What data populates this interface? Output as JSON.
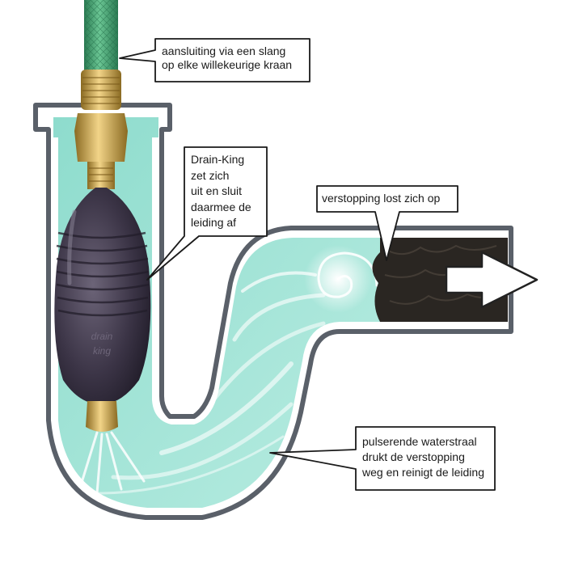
{
  "callouts": {
    "hose": {
      "lines": [
        "aansluiting via een slang",
        "op elke willekeurige kraan"
      ]
    },
    "drain_king": {
      "lines": [
        "Drain-King",
        "zet zich",
        "uit en sluit",
        "daarmee de",
        "leiding af"
      ]
    },
    "blockage": {
      "lines": [
        "verstopping lost zich op"
      ]
    },
    "jet": {
      "lines": [
        "pulserende waterstraal",
        "drukt de verstopping",
        "weg en reinigt de leiding"
      ]
    }
  },
  "device_logo": [
    "drain",
    "king"
  ],
  "colors": {
    "hose_green": "#3a9d6a",
    "fitting_gold": "#c9a046",
    "bladder": "#3b3446",
    "water": "#9fe3d6",
    "pipe_wall": "#4a4f57",
    "blockage": "#2a2622"
  }
}
